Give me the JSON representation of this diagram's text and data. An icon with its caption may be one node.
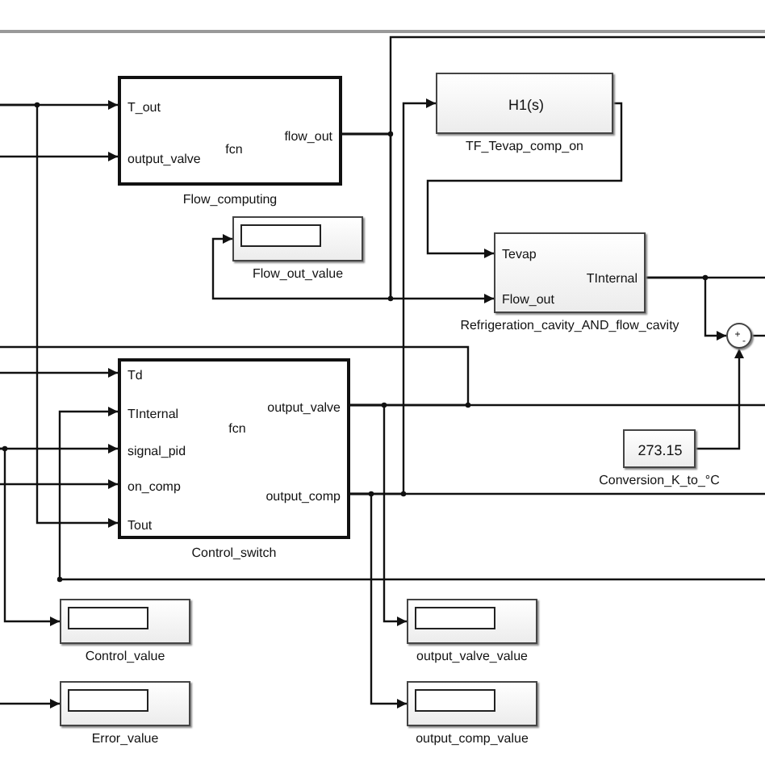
{
  "diagram": {
    "nodes": [
      {
        "text": [
          "T_out",
          "output_valve",
          "flow_out",
          "fcn",
          "Flow_computing"
        ]
      },
      {
        "text": [
          "Flow_out_value"
        ]
      },
      {
        "text": [
          "H1(s)",
          "TF_Tevap_comp_on"
        ]
      },
      {
        "text": [
          "Tevap",
          "Flow_out",
          "TInternal",
          "Refrigeration_cavity_AND_flow_cavity"
        ]
      },
      {
        "text": [
          "+",
          "-"
        ]
      },
      {
        "text": [
          "Td",
          "TInternal",
          "signal_pid",
          "on_comp",
          "Tout",
          "output_valve",
          "output_comp",
          "fcn",
          "Control_switch"
        ]
      },
      {
        "text": [
          "273.15",
          "Conversion_K_to_°C"
        ]
      },
      {
        "text": [
          "Control_value"
        ]
      },
      {
        "text": [
          "Error_value"
        ]
      },
      {
        "text": [
          "output_valve_value"
        ]
      },
      {
        "text": [
          "output_comp_value"
        ]
      }
    ],
    "edges": [
      {
        "from": null,
        "to": 0,
        "arrow": "to"
      },
      {
        "from": null,
        "to": 5,
        "arrow": "to"
      },
      {
        "from": null,
        "to": 0,
        "arrow": "to"
      },
      {
        "from": 0,
        "to": 3,
        "arrow": "to"
      },
      {
        "from": 0,
        "to": 1,
        "arrow": "to"
      },
      {
        "from": 0,
        "to": null,
        "arrow": "none"
      },
      {
        "from": 2,
        "to": 3,
        "arrow": "to"
      },
      {
        "from": 3,
        "to": 4,
        "arrow": "to"
      },
      {
        "from": 3,
        "to": null,
        "arrow": "none"
      },
      {
        "from": 6,
        "to": 4,
        "arrow": "to"
      },
      {
        "from": 4,
        "to": null,
        "arrow": "none"
      },
      {
        "from": null,
        "to": 5,
        "arrow": "to"
      },
      {
        "from": null,
        "to": 5,
        "arrow": "to"
      },
      {
        "from": null,
        "to": 5,
        "arrow": "to"
      },
      {
        "from": null,
        "to": 7,
        "arrow": "to"
      },
      {
        "from": null,
        "to": 5,
        "arrow": "to"
      },
      {
        "from": null,
        "to": 8,
        "arrow": "to"
      },
      {
        "from": 5,
        "to": 9,
        "arrow": "to"
      },
      {
        "from": 5,
        "to": null,
        "arrow": "none"
      },
      {
        "from": 5,
        "to": null,
        "arrow": "none"
      },
      {
        "from": 5,
        "to": 10,
        "arrow": "to"
      },
      {
        "from": 5,
        "to": 2,
        "arrow": "to"
      },
      {
        "from": 5,
        "to": null,
        "arrow": "none"
      }
    ]
  }
}
